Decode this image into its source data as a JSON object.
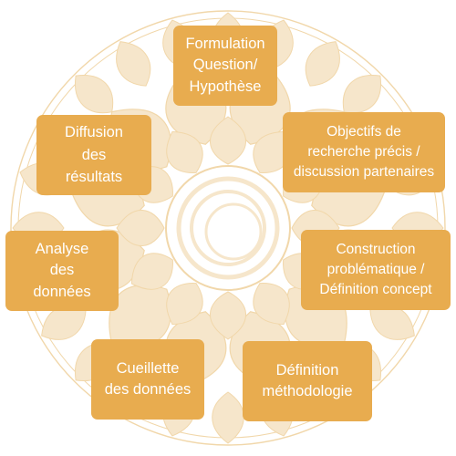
{
  "colors": {
    "box_fill": "#e8ac4f",
    "box_text": "#ffffff",
    "backdrop_petals": "#f6e6cb",
    "backdrop_lines": "#f1d7aa"
  },
  "backdrop": {
    "icon": "mandala-icon"
  },
  "steps": [
    {
      "lines": [
        "Formulation",
        "Question/",
        "Hypothèse"
      ]
    },
    {
      "lines": [
        "Objectifs de",
        "recherche précis /",
        "discussion partenaires"
      ]
    },
    {
      "lines": [
        "Construction",
        "problématique /",
        "Définition concept"
      ]
    },
    {
      "lines": [
        "Définition",
        "méthodologie"
      ]
    },
    {
      "lines": [
        "Cueillette",
        "des données"
      ]
    },
    {
      "lines": [
        "Analyse",
        "des",
        "données"
      ]
    },
    {
      "lines": [
        "Diffusion",
        "des",
        "résultats"
      ]
    }
  ]
}
